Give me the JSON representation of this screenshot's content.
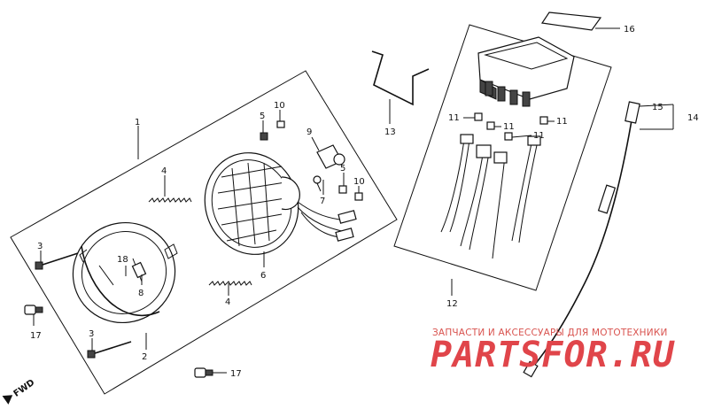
{
  "callouts": {
    "c1": "1",
    "c2": "2",
    "c3a": "3",
    "c3b": "3",
    "c4a": "4",
    "c4b": "4",
    "c5a": "5",
    "c5b": "5",
    "c6": "6",
    "c7": "7",
    "c8": "8",
    "c9": "9",
    "c10a": "10",
    "c10b": "10",
    "c11a": "11",
    "c11b": "11",
    "c11c": "11",
    "c11d": "11",
    "c12": "12",
    "c13": "13",
    "c14": "14",
    "c15": "15",
    "c16": "16",
    "c17a": "17",
    "c17b": "17",
    "c18": "18"
  },
  "direction": "FWD",
  "watermark": {
    "tagline": "ЗАПЧАСТИ И АКСЕССУАРЫ ДЛЯ МОТОТЕХНИКИ",
    "brand": "PARTSFOR.RU"
  },
  "colors": {
    "ink": "#111111",
    "watermark": "#e0454a"
  }
}
